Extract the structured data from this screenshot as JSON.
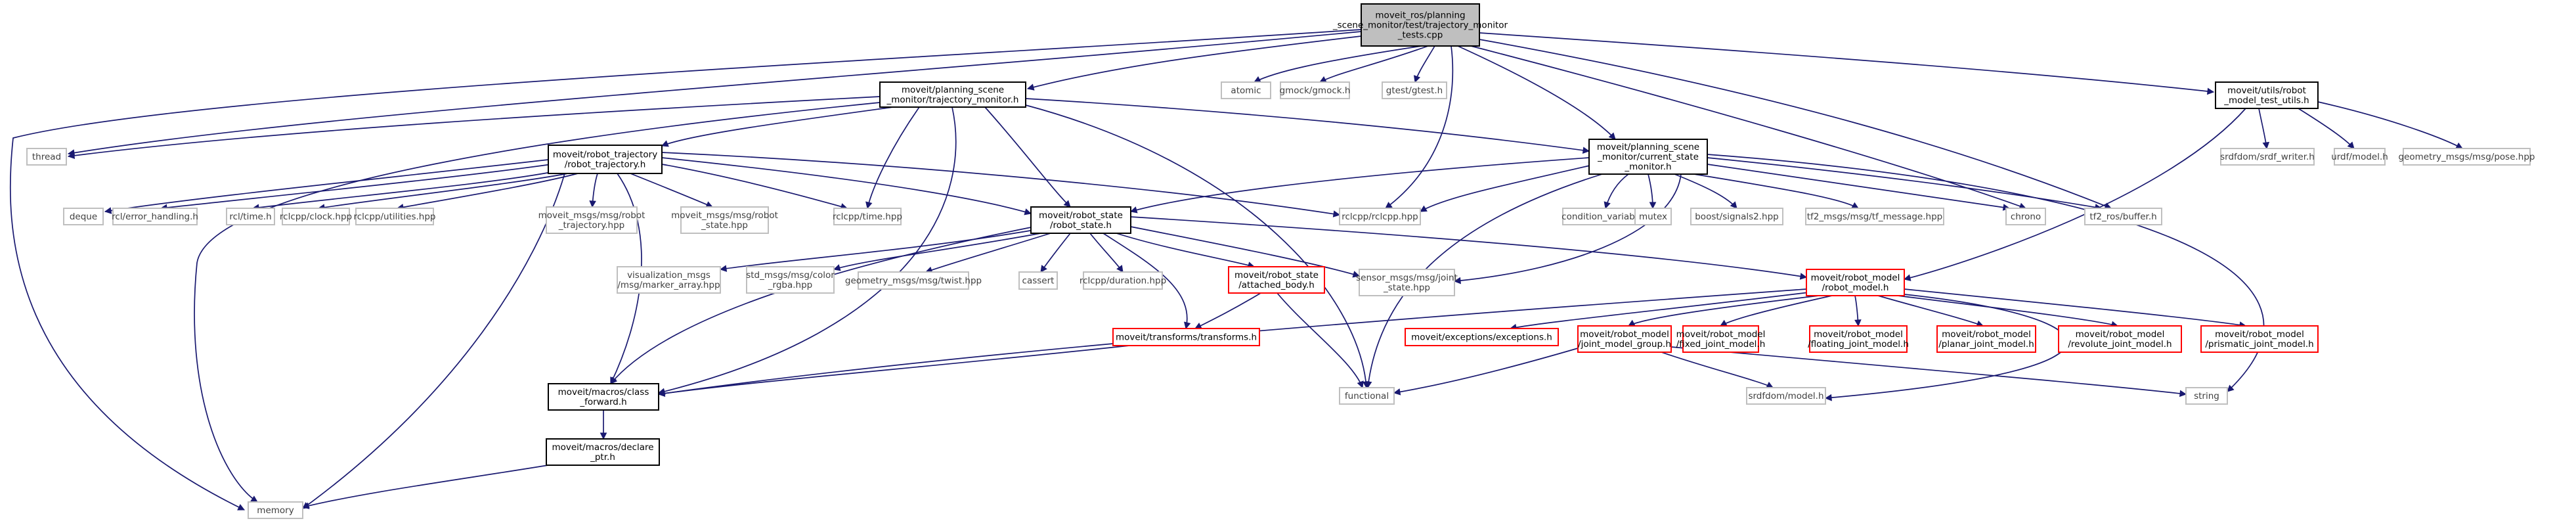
{
  "colors": {
    "root_fill": "#bfbfbf",
    "edge": "#191970",
    "local_border": "#000000",
    "missing_border": "#bfbfbf",
    "incomplete_border": "#ff0000",
    "system_text": "#3f3f3f"
  },
  "nodes": [
    {
      "id": "root",
      "kind": "root",
      "lines": [
        "moveit_ros/planning",
        "_scene_monitor/test/trajectory_monitor",
        "_tests.cpp"
      ]
    },
    {
      "id": "tm",
      "kind": "local",
      "lines": [
        "moveit/planning_scene",
        "_monitor/trajectory_monitor.h"
      ]
    },
    {
      "id": "thread",
      "kind": "system",
      "lines": [
        "thread"
      ]
    },
    {
      "id": "rt",
      "kind": "local",
      "lines": [
        "moveit/robot_trajectory",
        "/robot_trajectory.h"
      ]
    },
    {
      "id": "deque",
      "kind": "system",
      "lines": [
        "deque"
      ]
    },
    {
      "id": "rcl_err",
      "kind": "system",
      "lines": [
        "rcl/error_handling.h"
      ]
    },
    {
      "id": "rcl_time",
      "kind": "system",
      "lines": [
        "rcl/time.h"
      ]
    },
    {
      "id": "clock",
      "kind": "system",
      "lines": [
        "rclcpp/clock.hpp"
      ]
    },
    {
      "id": "utilities",
      "kind": "system",
      "lines": [
        "rclcpp/utilities.hpp"
      ]
    },
    {
      "id": "msg_rt",
      "kind": "system",
      "lines": [
        "moveit_msgs/msg/robot",
        "_trajectory.hpp"
      ]
    },
    {
      "id": "msg_rs",
      "kind": "system",
      "lines": [
        "moveit_msgs/msg/robot",
        "_state.hpp"
      ]
    },
    {
      "id": "rclcpp_time",
      "kind": "system",
      "lines": [
        "rclcpp/time.hpp"
      ]
    },
    {
      "id": "rs",
      "kind": "local",
      "lines": [
        "moveit/robot_state",
        "/robot_state.h"
      ]
    },
    {
      "id": "viz",
      "kind": "system",
      "lines": [
        "visualization_msgs",
        "/msg/marker_array.hpp"
      ]
    },
    {
      "id": "color",
      "kind": "system",
      "lines": [
        "std_msgs/msg/color",
        "_rgba.hpp"
      ]
    },
    {
      "id": "twist",
      "kind": "system",
      "lines": [
        "geometry_msgs/msg/twist.hpp"
      ]
    },
    {
      "id": "cassert",
      "kind": "system",
      "lines": [
        "cassert"
      ]
    },
    {
      "id": "duration",
      "kind": "system",
      "lines": [
        "rclcpp/duration.hpp"
      ]
    },
    {
      "id": "ab",
      "kind": "incomplete",
      "lines": [
        "moveit/robot_state",
        "/attached_body.h"
      ]
    },
    {
      "id": "transforms",
      "kind": "incomplete",
      "lines": [
        "moveit/transforms/transforms.h"
      ]
    },
    {
      "id": "cf",
      "kind": "local",
      "lines": [
        "moveit/macros/class",
        "_forward.h"
      ]
    },
    {
      "id": "declare",
      "kind": "local",
      "lines": [
        "moveit/macros/declare",
        "_ptr.h"
      ]
    },
    {
      "id": "memory",
      "kind": "system",
      "lines": [
        "memory"
      ]
    },
    {
      "id": "functional",
      "kind": "system",
      "lines": [
        "functional"
      ]
    },
    {
      "id": "joint_state",
      "kind": "system",
      "lines": [
        "sensor_msgs/msg/joint",
        "_state.hpp"
      ]
    },
    {
      "id": "rm",
      "kind": "incomplete",
      "lines": [
        "moveit/robot_model",
        "/robot_model.h"
      ]
    },
    {
      "id": "exc",
      "kind": "incomplete",
      "lines": [
        "moveit/exceptions/exceptions.h"
      ]
    },
    {
      "id": "jmg",
      "kind": "incomplete",
      "lines": [
        "moveit/robot_model",
        "/joint_model_group.h"
      ]
    },
    {
      "id": "fixed",
      "kind": "incomplete",
      "lines": [
        "moveit/robot_model",
        "/fixed_joint_model.h"
      ]
    },
    {
      "id": "floating",
      "kind": "incomplete",
      "lines": [
        "moveit/robot_model",
        "/floating_joint_model.h"
      ]
    },
    {
      "id": "planar",
      "kind": "incomplete",
      "lines": [
        "moveit/robot_model",
        "/planar_joint_model.h"
      ]
    },
    {
      "id": "revolute",
      "kind": "incomplete",
      "lines": [
        "moveit/robot_model",
        "/revolute_joint_model.h"
      ]
    },
    {
      "id": "prismatic",
      "kind": "incomplete",
      "lines": [
        "moveit/robot_model",
        "/prismatic_joint_model.h"
      ]
    },
    {
      "id": "srdf_model",
      "kind": "system",
      "lines": [
        "srdfdom/model.h"
      ]
    },
    {
      "id": "string",
      "kind": "system",
      "lines": [
        "string"
      ]
    },
    {
      "id": "csm",
      "kind": "local",
      "lines": [
        "moveit/planning_scene",
        "_monitor/current_state",
        "_monitor.h"
      ]
    },
    {
      "id": "rclcpp",
      "kind": "system",
      "lines": [
        "rclcpp/rclcpp.hpp"
      ]
    },
    {
      "id": "condvar",
      "kind": "system",
      "lines": [
        "condition_variable"
      ]
    },
    {
      "id": "mutex",
      "kind": "system",
      "lines": [
        "mutex"
      ]
    },
    {
      "id": "signals2",
      "kind": "system",
      "lines": [
        "boost/signals2.hpp"
      ]
    },
    {
      "id": "tf2msg",
      "kind": "system",
      "lines": [
        "tf2_msgs/msg/tf_message.hpp"
      ]
    },
    {
      "id": "chrono",
      "kind": "system",
      "lines": [
        "chrono"
      ]
    },
    {
      "id": "tf2buf",
      "kind": "system",
      "lines": [
        "tf2_ros/buffer.h"
      ]
    },
    {
      "id": "atomic",
      "kind": "system",
      "lines": [
        "atomic"
      ]
    },
    {
      "id": "gmock",
      "kind": "system",
      "lines": [
        "gmock/gmock.h"
      ]
    },
    {
      "id": "gtest",
      "kind": "system",
      "lines": [
        "gtest/gtest.h"
      ]
    },
    {
      "id": "rmtu",
      "kind": "local",
      "lines": [
        "moveit/utils/robot",
        "_model_test_utils.h"
      ]
    },
    {
      "id": "srdf_writer",
      "kind": "system",
      "lines": [
        "srdfdom/srdf_writer.h"
      ]
    },
    {
      "id": "urdf",
      "kind": "system",
      "lines": [
        "urdf/model.h"
      ]
    },
    {
      "id": "pose",
      "kind": "system",
      "lines": [
        "geometry_msgs/msg/pose.hpp"
      ]
    }
  ]
}
